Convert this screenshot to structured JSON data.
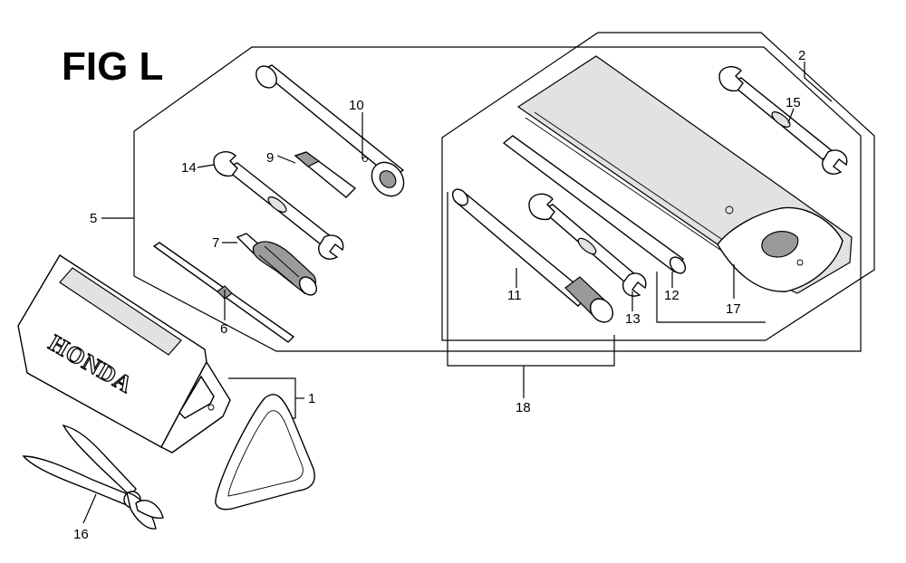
{
  "figure": {
    "title": "FIG L"
  },
  "brand": {
    "case_logo": "HONDA"
  },
  "callouts": {
    "c1": "1",
    "c2": "2",
    "c5": "5",
    "c6": "6",
    "c7": "7",
    "c9": "9",
    "c10": "10",
    "c11": "11",
    "c12": "12",
    "c13": "13",
    "c14": "14",
    "c15": "15",
    "c16": "16",
    "c17": "17",
    "c18": "18"
  }
}
